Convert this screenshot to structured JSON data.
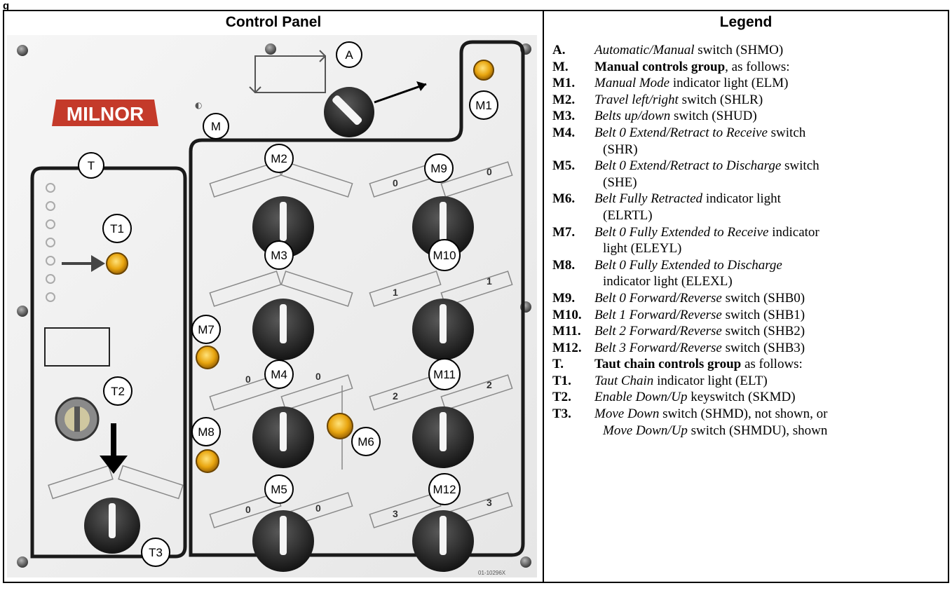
{
  "figure_label": "g",
  "panel_title": "Control Panel",
  "legend_title": "Legend",
  "panel": {
    "brand": "MILNOR",
    "part_number": "01-10296X",
    "callouts": [
      "A",
      "M",
      "M1",
      "M2",
      "M3",
      "M4",
      "M5",
      "M6",
      "M7",
      "M8",
      "M9",
      "M10",
      "M11",
      "M12",
      "T",
      "T1",
      "T2",
      "T3"
    ],
    "belt_numbers": [
      "0",
      "0",
      "1",
      "1",
      "2",
      "2",
      "3",
      "3",
      "0",
      "0",
      "0",
      "0"
    ]
  },
  "legend": [
    {
      "code": "A.",
      "parts": [
        {
          "t": "Automatic/Manual",
          "s": "i"
        },
        {
          "t": " switch (SHMO)",
          "s": "n"
        }
      ]
    },
    {
      "code": "M.",
      "parts": [
        {
          "t": "Manual controls group",
          "s": "b"
        },
        {
          "t": ", as follows:",
          "s": "n"
        }
      ]
    },
    {
      "code": "M1.",
      "parts": [
        {
          "t": "Manual Mode",
          "s": "i"
        },
        {
          "t": " indicator light (ELM)",
          "s": "n"
        }
      ]
    },
    {
      "code": "M2.",
      "parts": [
        {
          "t": "Travel left/right",
          "s": "i"
        },
        {
          "t": " switch (SHLR)",
          "s": "n"
        }
      ]
    },
    {
      "code": "M3.",
      "parts": [
        {
          "t": "Belts up/down",
          "s": "i"
        },
        {
          "t": " switch (SHUD)",
          "s": "n"
        }
      ]
    },
    {
      "code": "M4.",
      "parts": [
        {
          "t": "Belt 0 Extend/Retract to Receive",
          "s": "i"
        },
        {
          "t": " switch",
          "s": "n"
        }
      ],
      "cont": "(SHR)"
    },
    {
      "code": "M5.",
      "parts": [
        {
          "t": "Belt 0 Extend/Retract to Discharge",
          "s": "i"
        },
        {
          "t": " switch",
          "s": "n"
        }
      ],
      "cont": "(SHE)"
    },
    {
      "code": "M6.",
      "parts": [
        {
          "t": "Belt Fully Retracted",
          "s": "i"
        },
        {
          "t": " indicator light",
          "s": "n"
        }
      ],
      "cont": "(ELRTL)"
    },
    {
      "code": "M7.",
      "parts": [
        {
          "t": "Belt 0 Fully Extended to Receive",
          "s": "i"
        },
        {
          "t": " indicator",
          "s": "n"
        }
      ],
      "cont": "light (ELEYL)"
    },
    {
      "code": "M8.",
      "parts": [
        {
          "t": "Belt 0 Fully Extended to Discharge",
          "s": "i"
        }
      ],
      "cont": "indicator light (ELEXL)"
    },
    {
      "code": "M9.",
      "parts": [
        {
          "t": "Belt 0 Forward/Reverse",
          "s": "i"
        },
        {
          "t": " switch (SHB0)",
          "s": "n"
        }
      ]
    },
    {
      "code": "M10.",
      "parts": [
        {
          "t": "Belt 1 Forward/Reverse",
          "s": "i"
        },
        {
          "t": " switch (SHB1)",
          "s": "n"
        }
      ]
    },
    {
      "code": "M11.",
      "parts": [
        {
          "t": "Belt 2 Forward/Reverse",
          "s": "i"
        },
        {
          "t": " switch (SHB2)",
          "s": "n"
        }
      ]
    },
    {
      "code": "M12.",
      "parts": [
        {
          "t": "Belt 3 Forward/Reverse",
          "s": "i"
        },
        {
          "t": " switch (SHB3)",
          "s": "n"
        }
      ]
    },
    {
      "code": "T.",
      "parts": [
        {
          "t": "Taut chain controls group",
          "s": "b"
        },
        {
          "t": " as follows:",
          "s": "n"
        }
      ]
    },
    {
      "code": "T1.",
      "parts": [
        {
          "t": "Taut Chain",
          "s": "i"
        },
        {
          "t": " indicator light (ELT)",
          "s": "n"
        }
      ]
    },
    {
      "code": "T2.",
      "parts": [
        {
          "t": "Enable Down/Up",
          "s": "i"
        },
        {
          "t": " keyswitch (SKMD)",
          "s": "n"
        }
      ]
    },
    {
      "code": "T3.",
      "parts": [
        {
          "t": "Move Down",
          "s": "i"
        },
        {
          "t": " switch (SHMD), not shown, or",
          "s": "n"
        }
      ],
      "cont_parts": [
        {
          "t": "Move Down/Up",
          "s": "i"
        },
        {
          "t": " switch (SHMDU), shown",
          "s": "n"
        }
      ]
    }
  ]
}
